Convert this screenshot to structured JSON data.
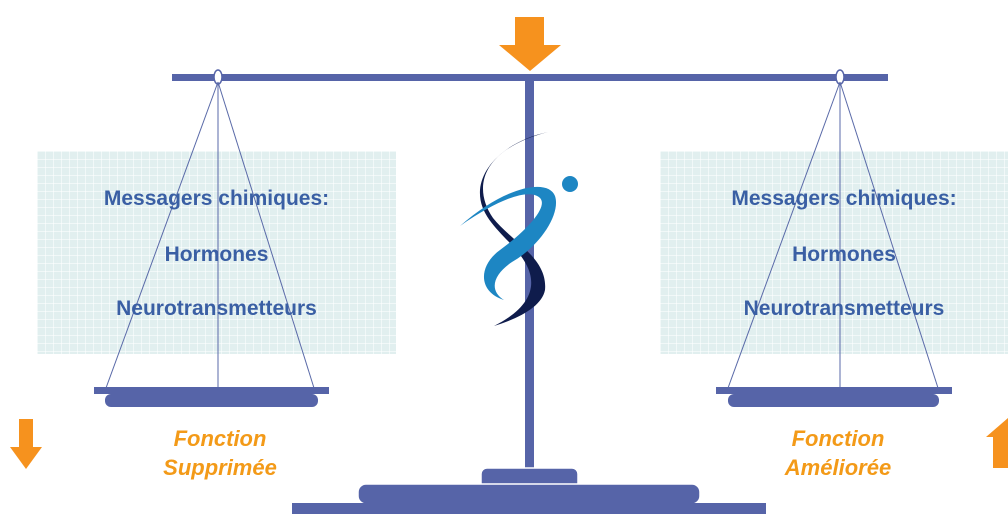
{
  "left_pan": {
    "heading": "Messagers chimiques:",
    "item1": "Hormones",
    "item2": "Neurotransmetteurs",
    "caption_line1": "Fonction",
    "caption_line2": "Supprimée"
  },
  "right_pan": {
    "heading": "Messagers chimiques:",
    "item1": "Hormones",
    "item2": "Neurotransmetteurs",
    "caption_line1": "Fonction",
    "caption_line2": "Améliorée"
  },
  "colors": {
    "beam": "#5664a8",
    "accent_arrow": "#f6921e",
    "text_blue": "#3a5fa4",
    "caption_orange": "#f39a18",
    "panel": "#e1efef"
  },
  "icons": {
    "top": "arrow-down-icon",
    "left": "arrow-down-icon",
    "right": "arrow-up-icon",
    "center": "helix-logo-icon"
  }
}
